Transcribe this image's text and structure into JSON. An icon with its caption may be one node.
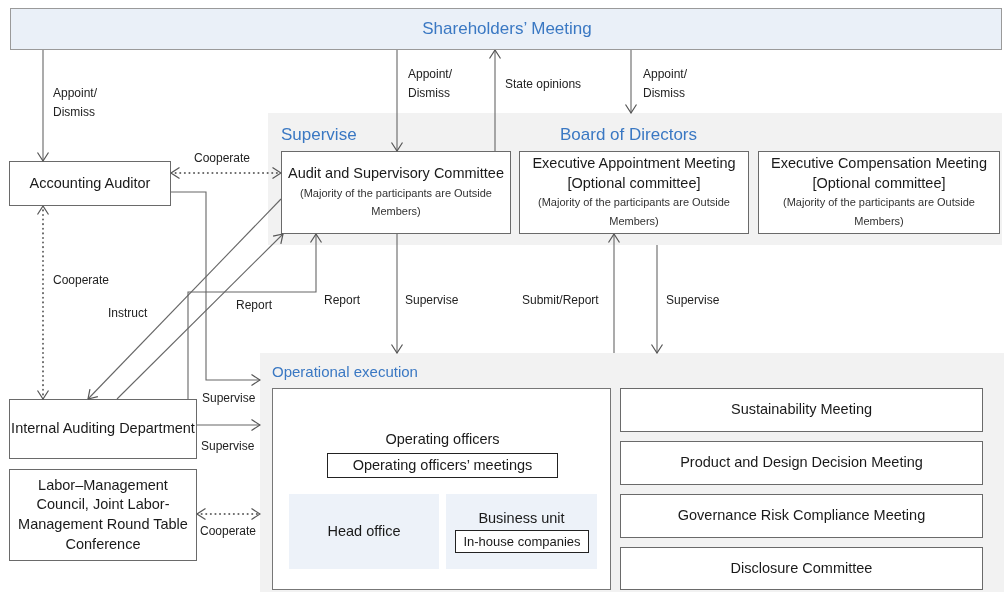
{
  "diagram": {
    "nodes": [
      {
        "text": [
          "Shareholders’ Meeting"
        ]
      },
      {
        "text": [
          "Supervise",
          "Board of Directors"
        ]
      },
      {
        "text": [
          "Audit and Supervisory Committee",
          "(Majority of the participants are Outside Members)"
        ],
        "in": 1
      },
      {
        "text": [
          "Executive Appointment Meeting [Optional committee]",
          "(Majority of the participants are Outside Members)"
        ],
        "in": 1
      },
      {
        "text": [
          "Executive Compensation Meeting [Optional committee]",
          "(Majority of the participants are Outside Members)"
        ],
        "in": 1
      },
      {
        "text": [
          "Accounting Auditor"
        ]
      },
      {
        "text": [
          "Internal Auditing Department"
        ]
      },
      {
        "text": [
          "Labor–Management Council, Joint Labor-Management Round Table Conference"
        ]
      },
      {
        "text": [
          "Operational execution"
        ]
      },
      {
        "text": [
          "Operating officers"
        ],
        "in": 8
      },
      {
        "text": [
          "Operating officers’ meetings"
        ],
        "in": 9
      },
      {
        "text": [
          "Head office"
        ],
        "in": 9
      },
      {
        "text": [
          "Business unit"
        ],
        "in": 9
      },
      {
        "text": [
          "In-house companies"
        ],
        "in": 12
      },
      {
        "text": [
          "Sustainability Meeting"
        ],
        "in": 8
      },
      {
        "text": [
          "Product and Design Decision Meeting"
        ],
        "in": 8
      },
      {
        "text": [
          "Governance Risk Compliance Meeting"
        ],
        "in": 8
      },
      {
        "text": [
          "Disclosure Committee"
        ],
        "in": 8
      }
    ],
    "edges": [
      {
        "from": 0,
        "to": 5,
        "arrow": "to",
        "label": "Appoint/ Dismiss"
      },
      {
        "from": 0,
        "to": 2,
        "arrow": "to",
        "label": "Appoint/ Dismiss"
      },
      {
        "from": 2,
        "to": 0,
        "arrow": "to",
        "label": "State opinions"
      },
      {
        "from": 0,
        "to": 1,
        "arrow": "to",
        "label": "Appoint/ Dismiss"
      },
      {
        "from": 5,
        "to": 2,
        "arrow": "both",
        "label": "Cooperate",
        "style": "dashed"
      },
      {
        "from": 6,
        "to": 5,
        "arrow": "both",
        "label": "Cooperate",
        "style": "dashed"
      },
      {
        "from": 2,
        "to": 6,
        "arrow": "to",
        "label": "Instruct"
      },
      {
        "from": 6,
        "to": 2,
        "arrow": "to",
        "label": "Report"
      },
      {
        "from": 6,
        "to": 2,
        "arrow": "to",
        "label": "Report"
      },
      {
        "from": 2,
        "to": 8,
        "arrow": "to",
        "label": "Supervise"
      },
      {
        "from": 8,
        "to": 3,
        "arrow": "to",
        "label": "Submit/Report"
      },
      {
        "from": 1,
        "to": 8,
        "arrow": "to",
        "label": "Supervise"
      },
      {
        "from": 5,
        "to": 8,
        "arrow": "to",
        "label": "Supervise"
      },
      {
        "from": 6,
        "to": 8,
        "arrow": "to",
        "label": "Supervise"
      },
      {
        "from": 7,
        "to": 8,
        "arrow": "both",
        "label": "Cooperate",
        "style": "dashed"
      }
    ]
  }
}
